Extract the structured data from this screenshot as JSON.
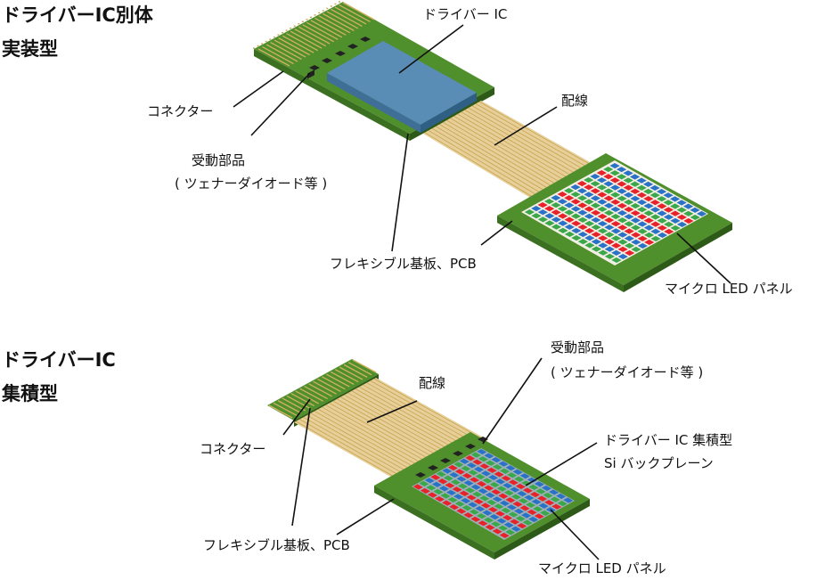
{
  "separate": {
    "title_line1": "ドライバーIC別体",
    "title_line2": "実装型",
    "labels": {
      "driver_ic": "ドライバー IC",
      "connector": "コネクター",
      "wiring": "配線",
      "passive_line1": "受動部品",
      "passive_line2": "( ツェナーダイオード等 )",
      "flex_pcb": "フレキシブル基板、PCB",
      "micro_led": "マイクロ LED パネル"
    }
  },
  "integrated": {
    "title_line1": "ドライバーIC",
    "title_line2": "集積型",
    "labels": {
      "wiring": "配線",
      "connector": "コネクター",
      "passive_line1": "受動部品",
      "passive_line2": "( ツェナーダイオード等 )",
      "backplane_line1": "ドライバー IC 集積型",
      "backplane_line2": "Si バックプレーン",
      "flex_pcb": "フレキシブル基板、PCB",
      "micro_led": "マイクロ LED パネル"
    }
  },
  "colors": {
    "board": "#4f8f2c",
    "board_edge": "#2e5a17",
    "ic": "#4f81a8",
    "ribbon": "#e6cf98",
    "led_red": "#e8222a",
    "led_green": "#3aa84a",
    "led_blue": "#2a72c8"
  }
}
